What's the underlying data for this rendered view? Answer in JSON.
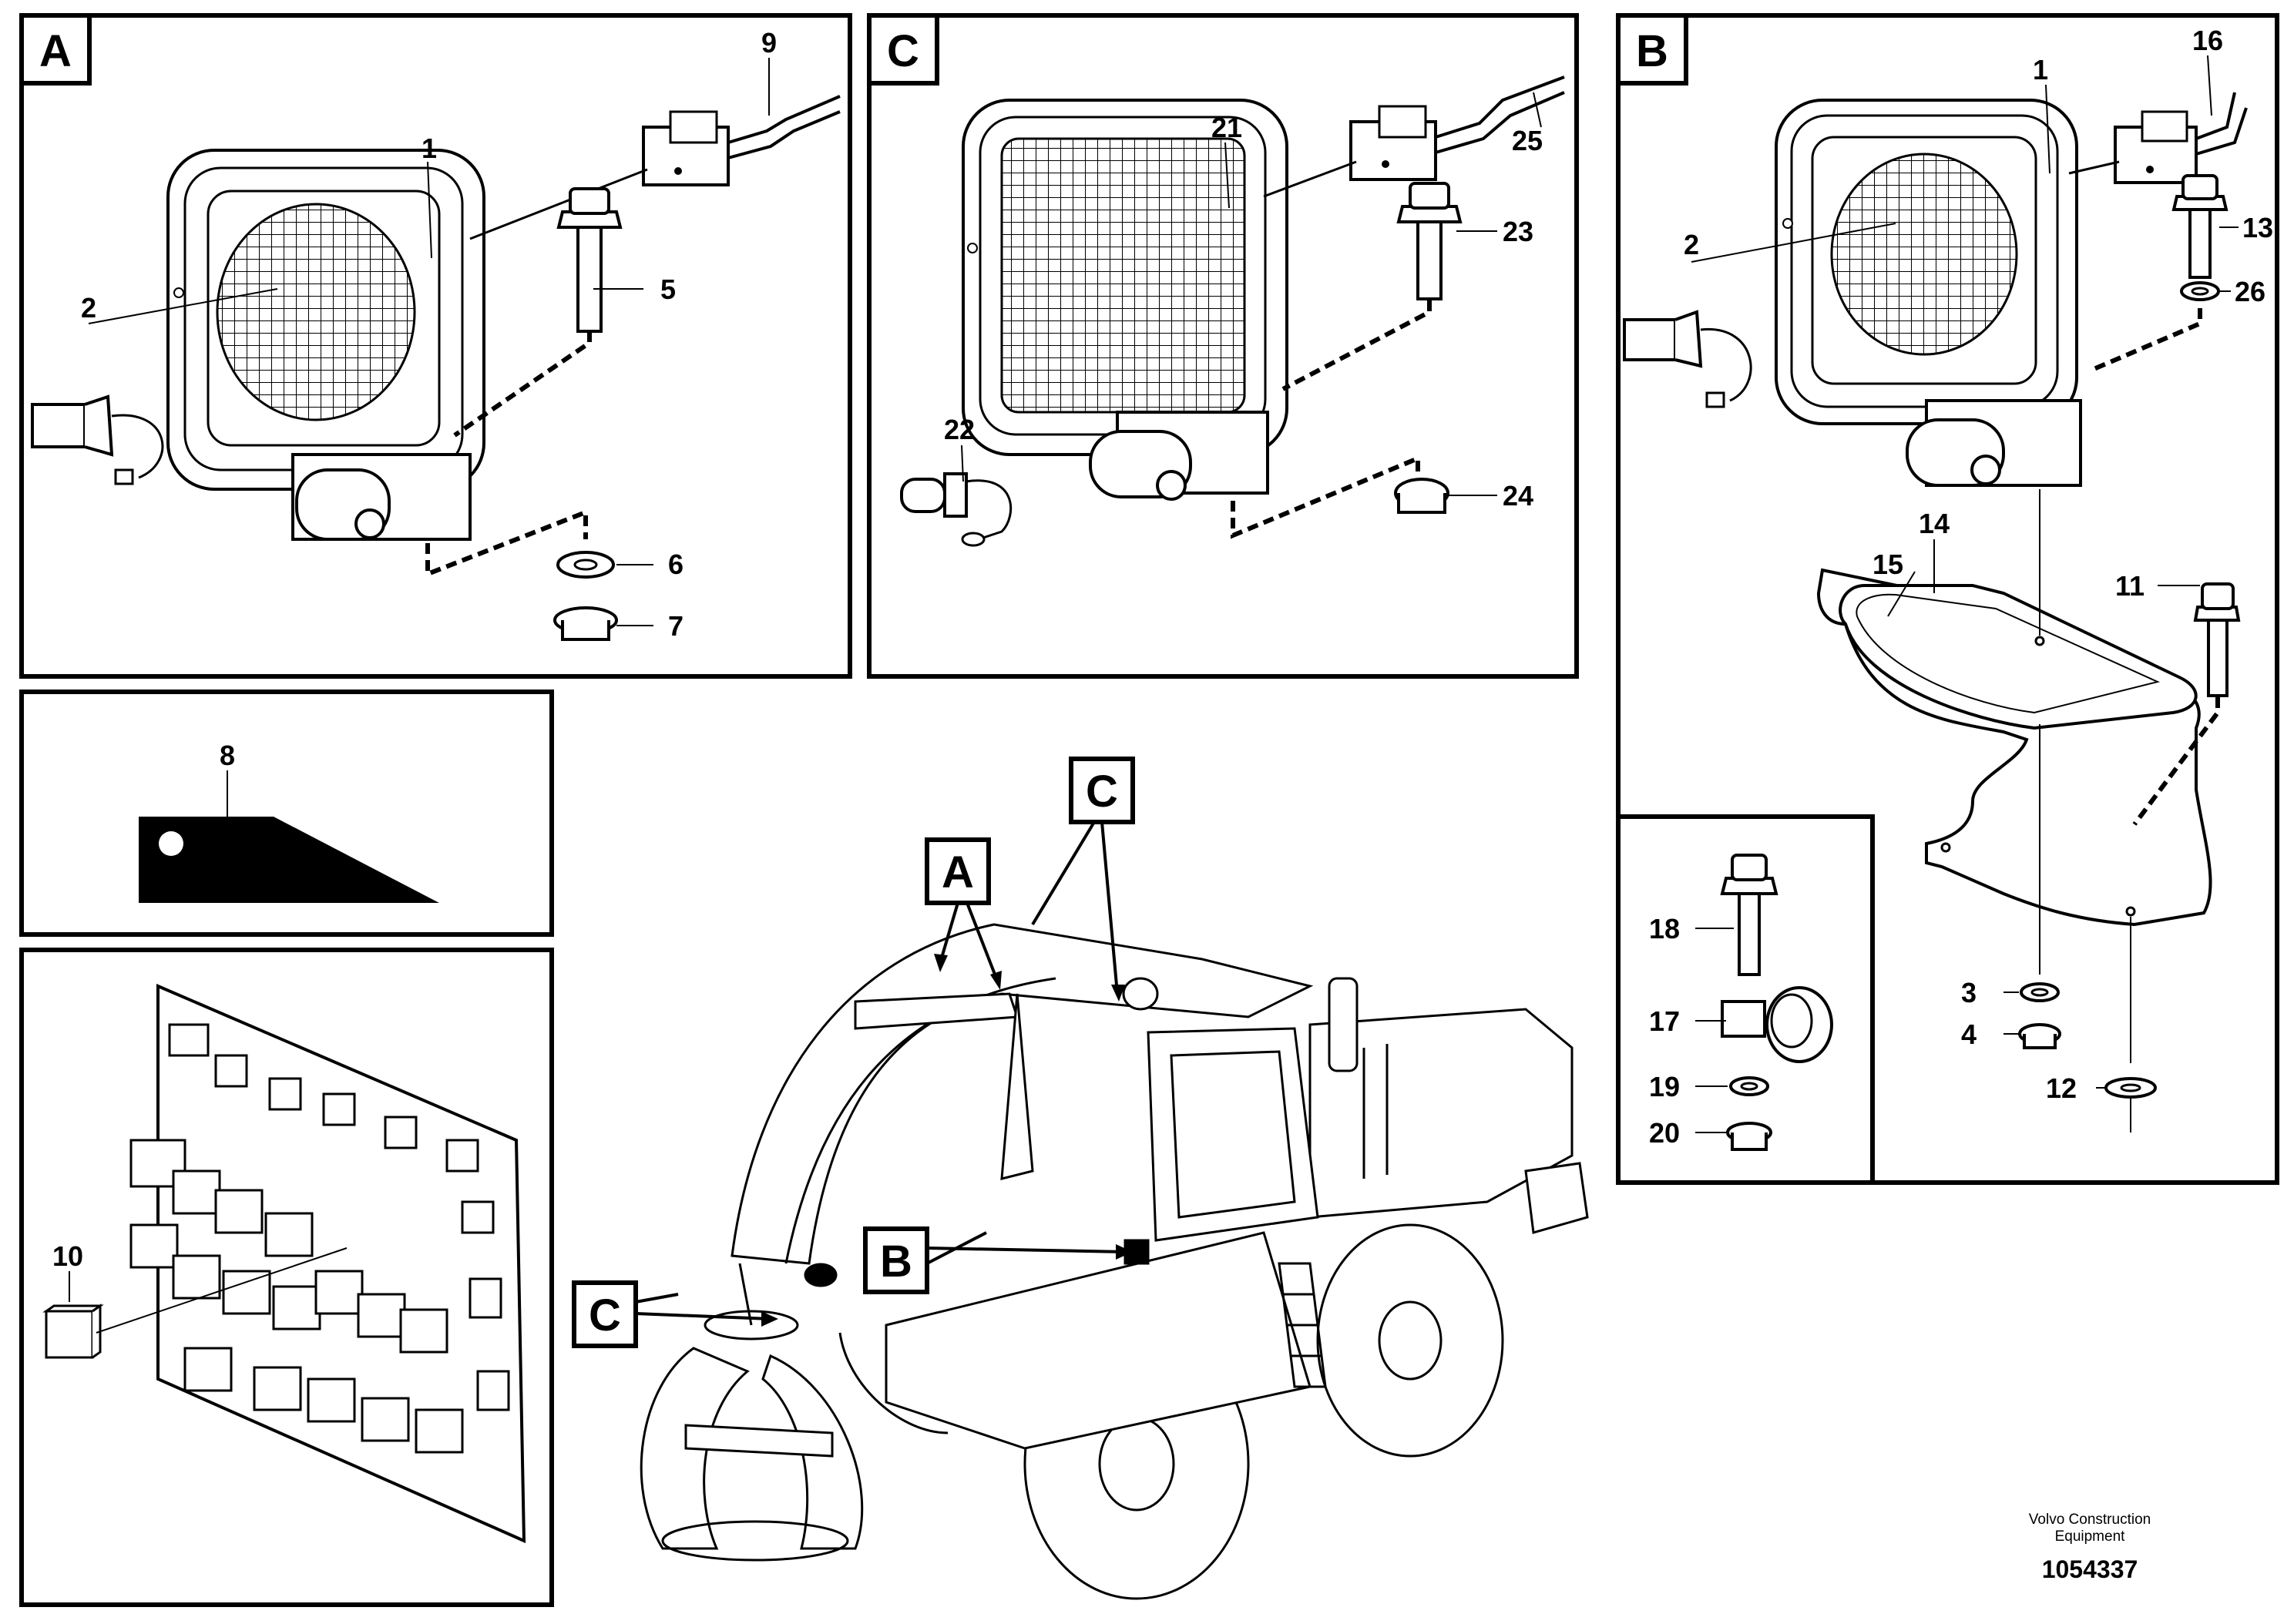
{
  "panels": {
    "A": {
      "tag": "A"
    },
    "C": {
      "tag": "C"
    },
    "B": {
      "tag": "B"
    }
  },
  "callouts": {
    "p1": "1",
    "p2": "2",
    "p3": "3",
    "p4": "4",
    "p5": "5",
    "p6": "6",
    "p7": "7",
    "p8": "8",
    "p9": "9",
    "p10": "10",
    "p11": "11",
    "p12": "12",
    "p13": "13",
    "p14": "14",
    "p15": "15",
    "p16": "16",
    "p17": "17",
    "p18": "18",
    "p19": "19",
    "p20": "20",
    "p21": "21",
    "p22": "22",
    "p23": "23",
    "p24": "24",
    "p25": "25",
    "p26": "26"
  },
  "machine_tags": {
    "A": "A",
    "B": "B",
    "C_top": "C",
    "C_left": "C"
  },
  "footer": {
    "credit_line1": "Volvo Construction",
    "credit_line2": "Equipment",
    "drawing_number": "1054337"
  },
  "colors": {
    "ink": "#000000",
    "paper": "#ffffff"
  }
}
